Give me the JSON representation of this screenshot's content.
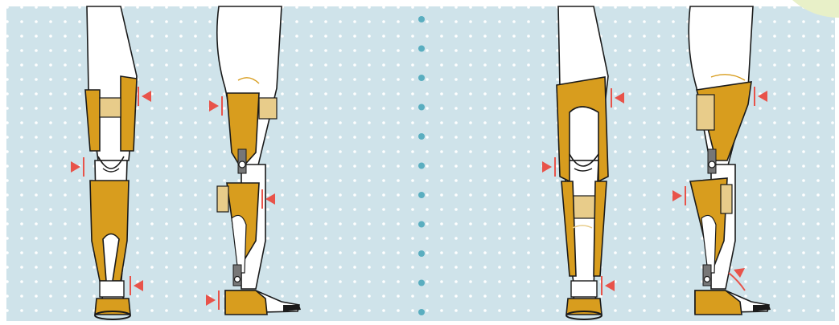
{
  "illustration": {
    "style": "orthosis-leg-diagram",
    "colors": {
      "background": "#cfe3ea",
      "dot": "#ffffff",
      "divider_dot": "#5aaec0",
      "brace": "#d89d1e",
      "brace_outline": "#1a1a1a",
      "padding": "#e8cc8a",
      "skin": "#ffffff",
      "pressure_arrow": "#e8534a",
      "corner_leaf": "#e8f0c8"
    },
    "panels": [
      {
        "id": "left",
        "figures": [
          "knee-ankle-foot-orthosis-front-view",
          "knee-ankle-foot-orthosis-side-view"
        ]
      },
      {
        "id": "right",
        "figures": [
          "knee-ankle-foot-orthosis-front-view",
          "knee-ankle-foot-orthosis-side-view"
        ]
      }
    ],
    "icons": [
      "pressure-arrow-icon",
      "knee-joint-hinge-icon",
      "ankle-joint-hinge-icon"
    ]
  }
}
